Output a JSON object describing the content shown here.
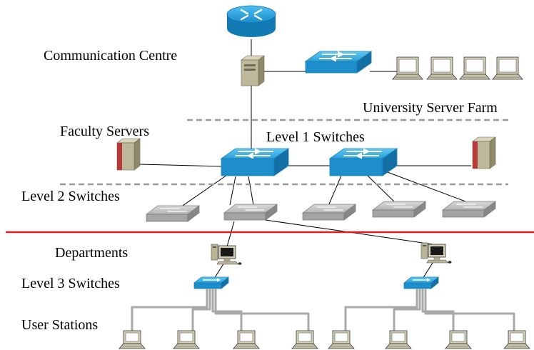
{
  "labels": {
    "communication_centre": "Communication Centre",
    "university_server_farm": "University Server Farm",
    "faculty_servers": "Faculty Servers",
    "level1_switches": "Level 1 Switches",
    "level2_switches": "Level 2 Switches",
    "departments": "Departments",
    "level3_switches": "Level 3 Switches",
    "user_stations": "User Stations"
  },
  "colors": {
    "router_blue": "#1a9ad6",
    "switch_blue": "#29a6de",
    "switch_gray": "#a8a8a8",
    "server_tan": "#b9b496",
    "server_red": "#b63a3a",
    "dashed_line": "#9a9a9a",
    "red_boundary": "#e02020",
    "cable_gray": "#a8a8a8"
  },
  "icons": {
    "router": "router-icon",
    "switch": "switch-icon",
    "server": "server-icon",
    "workstation": "workstation-icon",
    "laptop": "laptop-icon"
  }
}
